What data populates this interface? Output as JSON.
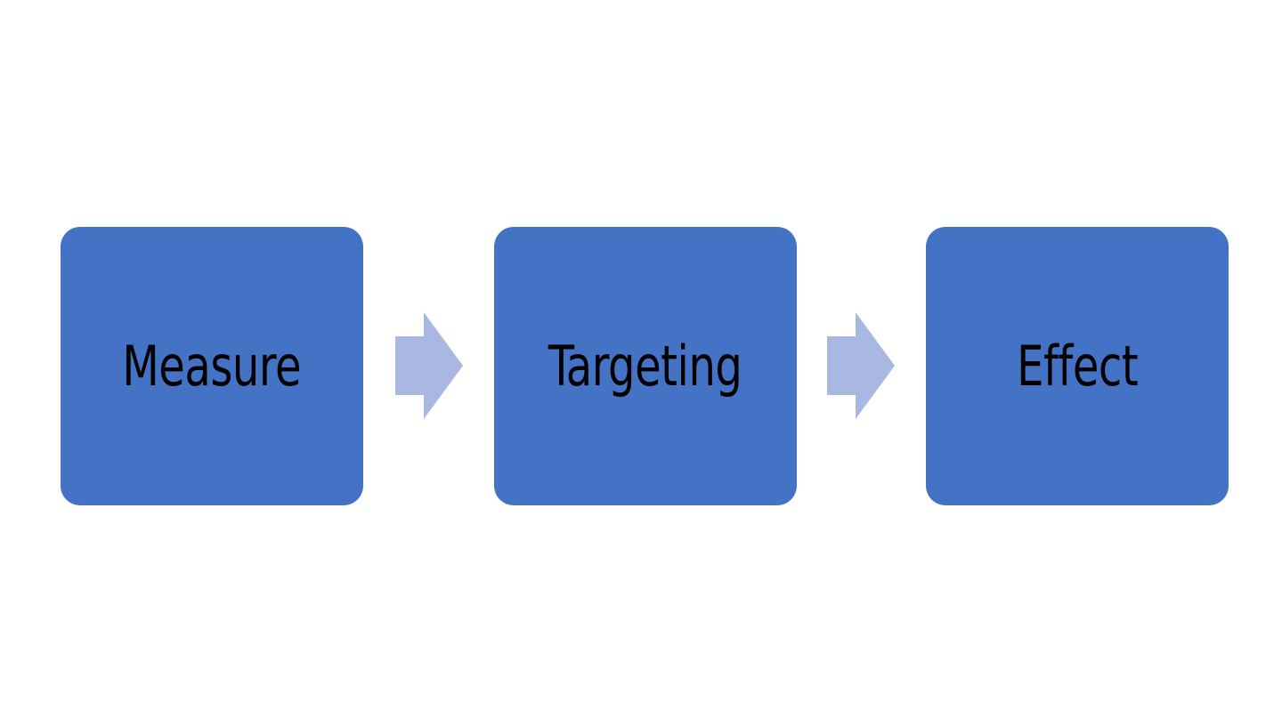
{
  "diagram": {
    "type": "process-flow",
    "orientation": "horizontal",
    "background_color": "#FFFFFF",
    "node_fill_color": "#4472C4",
    "node_text_color": "#000000",
    "arrow_fill_color": "#A9B8E0",
    "nodes": [
      {
        "id": "measure",
        "label": "Measure"
      },
      {
        "id": "targeting",
        "label": "Targeting"
      },
      {
        "id": "effect",
        "label": "Effect"
      }
    ],
    "connectors": [
      {
        "id": "measure-to-targeting",
        "icon": "arrow-right-icon",
        "from": "measure",
        "to": "targeting"
      },
      {
        "id": "targeting-to-effect",
        "icon": "arrow-right-icon",
        "from": "targeting",
        "to": "effect"
      }
    ]
  }
}
